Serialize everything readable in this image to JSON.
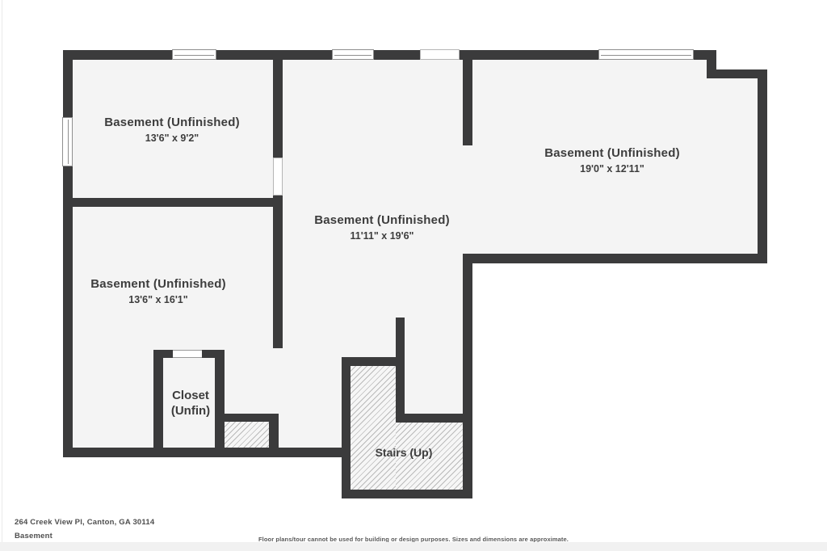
{
  "rooms": [
    {
      "name": "Basement (Unfinished)",
      "dims": "13'6\" x 9'2\""
    },
    {
      "name": "Basement (Unfinished)",
      "dims": "19'0\" x 12'11\""
    },
    {
      "name": "Basement (Unfinished)",
      "dims": "11'11\" x 19'6\""
    },
    {
      "name": "Basement (Unfinished)",
      "dims": "13'6\" x 16'1\""
    }
  ],
  "closet": {
    "name": "Closet",
    "status": "(Unfin)"
  },
  "stairs": {
    "label": "Stairs (Up)"
  },
  "footer": {
    "address": "264 Creek View Pl, Canton, GA 30114",
    "level": "Basement",
    "disclaimer": "Floor plans/tour cannot be used for building or design purposes. Sizes and dimensions are approximate."
  },
  "colors": {
    "wall": "#3b3b3c",
    "floor": "#f4f4f4",
    "hatch_line": "#bababa",
    "label_text": "#3d3d3d",
    "footer_text": "#4f4f4f"
  }
}
